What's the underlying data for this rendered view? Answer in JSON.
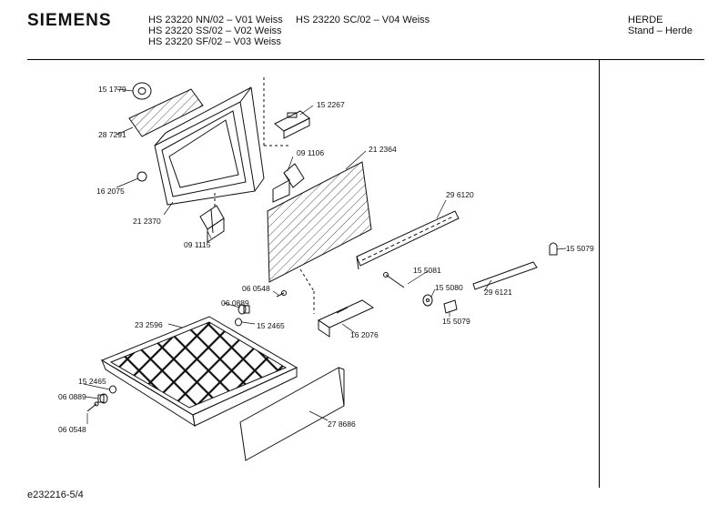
{
  "header": {
    "brand": "SIEMENS",
    "models_col1": [
      "HS 23220 NN/02 – V01 Weiss",
      "HS 23220 SS/02 – V02 Weiss",
      "HS 23220 SF/02 – V03 Weiss"
    ],
    "models_col2": [
      "HS 23220 SC/02 – V04 Weiss"
    ],
    "category": "HERDE",
    "subcategory": "Stand – Herde"
  },
  "footer": {
    "doc_id": "e232216-5/4"
  },
  "parts": {
    "p151779": "15 1779",
    "p287291": "28 7291",
    "p162075": "16 2075",
    "p212370": "21 2370",
    "p091115": "09 1115",
    "p152267": "15 2267",
    "p091106": "09 1106",
    "p212364": "21 2364",
    "p296120": "29 6120",
    "p155079a": "15 5079",
    "p155081": "15 5081",
    "p155080": "15 5080",
    "p296121": "29 6121",
    "p155079b": "15 5079",
    "p060548a": "06 0548",
    "p060889a": "06 0889",
    "p152465a": "15 2465",
    "p162076": "16 2076",
    "p232596": "23 2596",
    "p152465b": "15 2465",
    "p060889b": "06 0889",
    "p060548b": "06 0548",
    "p278686": "27 8686"
  }
}
